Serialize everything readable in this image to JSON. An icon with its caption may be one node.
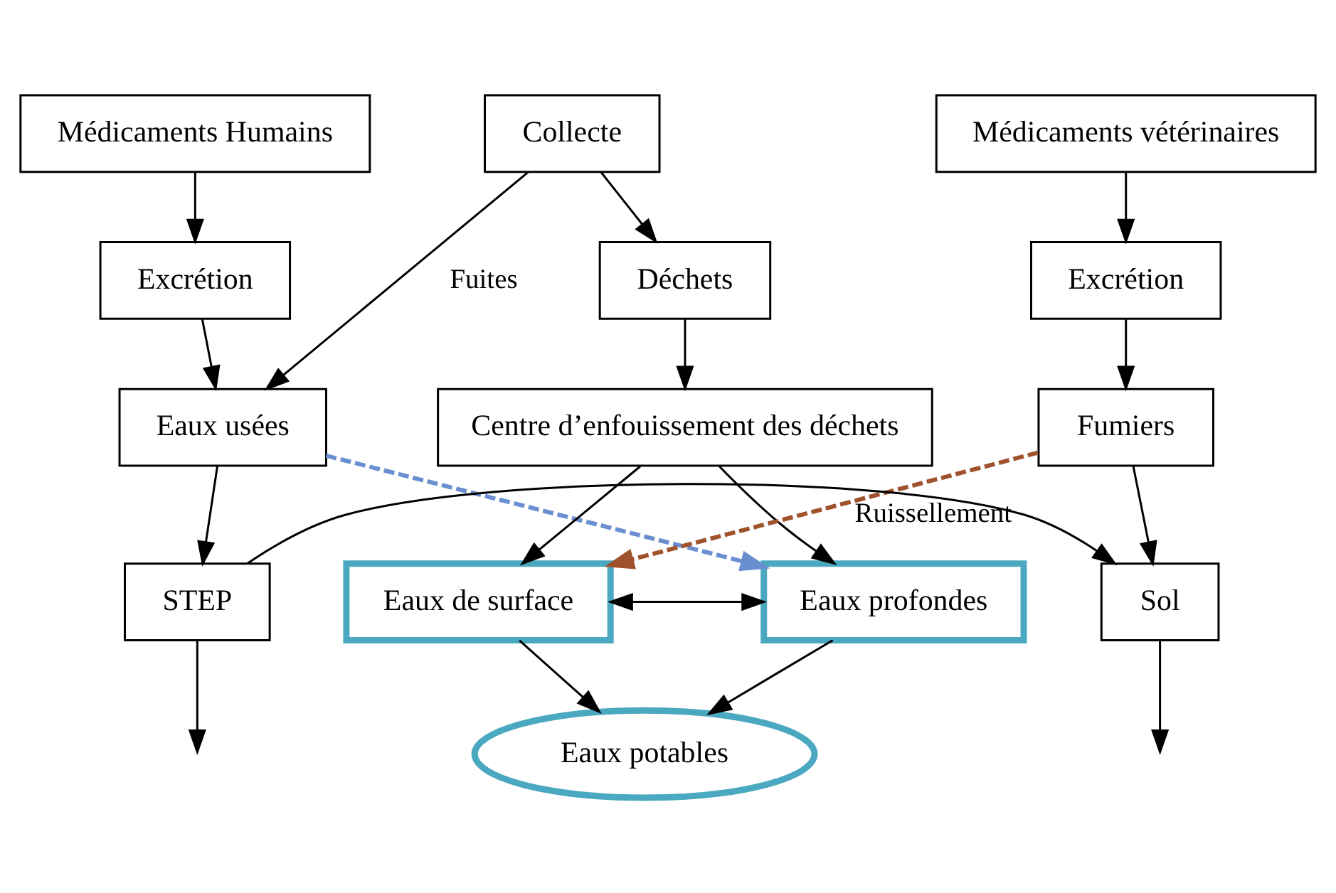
{
  "diagram": {
    "nodes": [
      {
        "text": [
          "Médicaments Humains"
        ]
      },
      {
        "text": [
          "Collecte"
        ]
      },
      {
        "text": [
          "Médicaments vétérinaires"
        ]
      },
      {
        "text": [
          "Excrétion"
        ]
      },
      {
        "text": [
          "Déchets"
        ]
      },
      {
        "text": [
          "Excrétion"
        ]
      },
      {
        "text": [
          "Eaux usées"
        ]
      },
      {
        "text": [
          "Centre d’enfouissement des déchets"
        ]
      },
      {
        "text": [
          "Fumiers"
        ]
      },
      {
        "text": [
          "STEP"
        ]
      },
      {
        "text": [
          "Sol"
        ]
      },
      {
        "text": [
          "Eaux de surface"
        ]
      },
      {
        "text": [
          "Eaux profondes"
        ]
      },
      {
        "text": [
          "Eaux potables"
        ]
      }
    ],
    "edges": [
      {
        "from": 0,
        "to": 3,
        "arrow": "to"
      },
      {
        "from": 3,
        "to": 6,
        "arrow": "to"
      },
      {
        "from": 6,
        "to": 9,
        "arrow": "to"
      },
      {
        "from": 2,
        "to": 5,
        "arrow": "to"
      },
      {
        "from": 5,
        "to": 8,
        "arrow": "to"
      },
      {
        "from": 8,
        "to": 10,
        "arrow": "to"
      },
      {
        "from": 1,
        "to": 4,
        "arrow": "to"
      },
      {
        "from": 4,
        "to": 7,
        "arrow": "to"
      },
      {
        "from": 1,
        "to": 6,
        "arrow": "to",
        "label": "Fuites"
      },
      {
        "from": 9,
        "to": 10,
        "arrow": "to"
      },
      {
        "from": 7,
        "to": 11,
        "arrow": "to"
      },
      {
        "from": 7,
        "to": 12,
        "arrow": "to"
      },
      {
        "from": 6,
        "to": 12,
        "arrow": "to",
        "style": "dashed",
        "color": "#6a8fd0"
      },
      {
        "from": 8,
        "to": 11,
        "arrow": "to",
        "style": "dashed",
        "color": "#a0522d",
        "label": "Ruissellement"
      },
      {
        "from": 11,
        "to": 12,
        "arrow": "both"
      },
      {
        "from": 9,
        "to": null,
        "arrow": "to"
      },
      {
        "from": 10,
        "to": null,
        "arrow": "to"
      },
      {
        "from": 11,
        "to": 13,
        "arrow": "to"
      },
      {
        "from": 12,
        "to": 13,
        "arrow": "to"
      }
    ]
  }
}
